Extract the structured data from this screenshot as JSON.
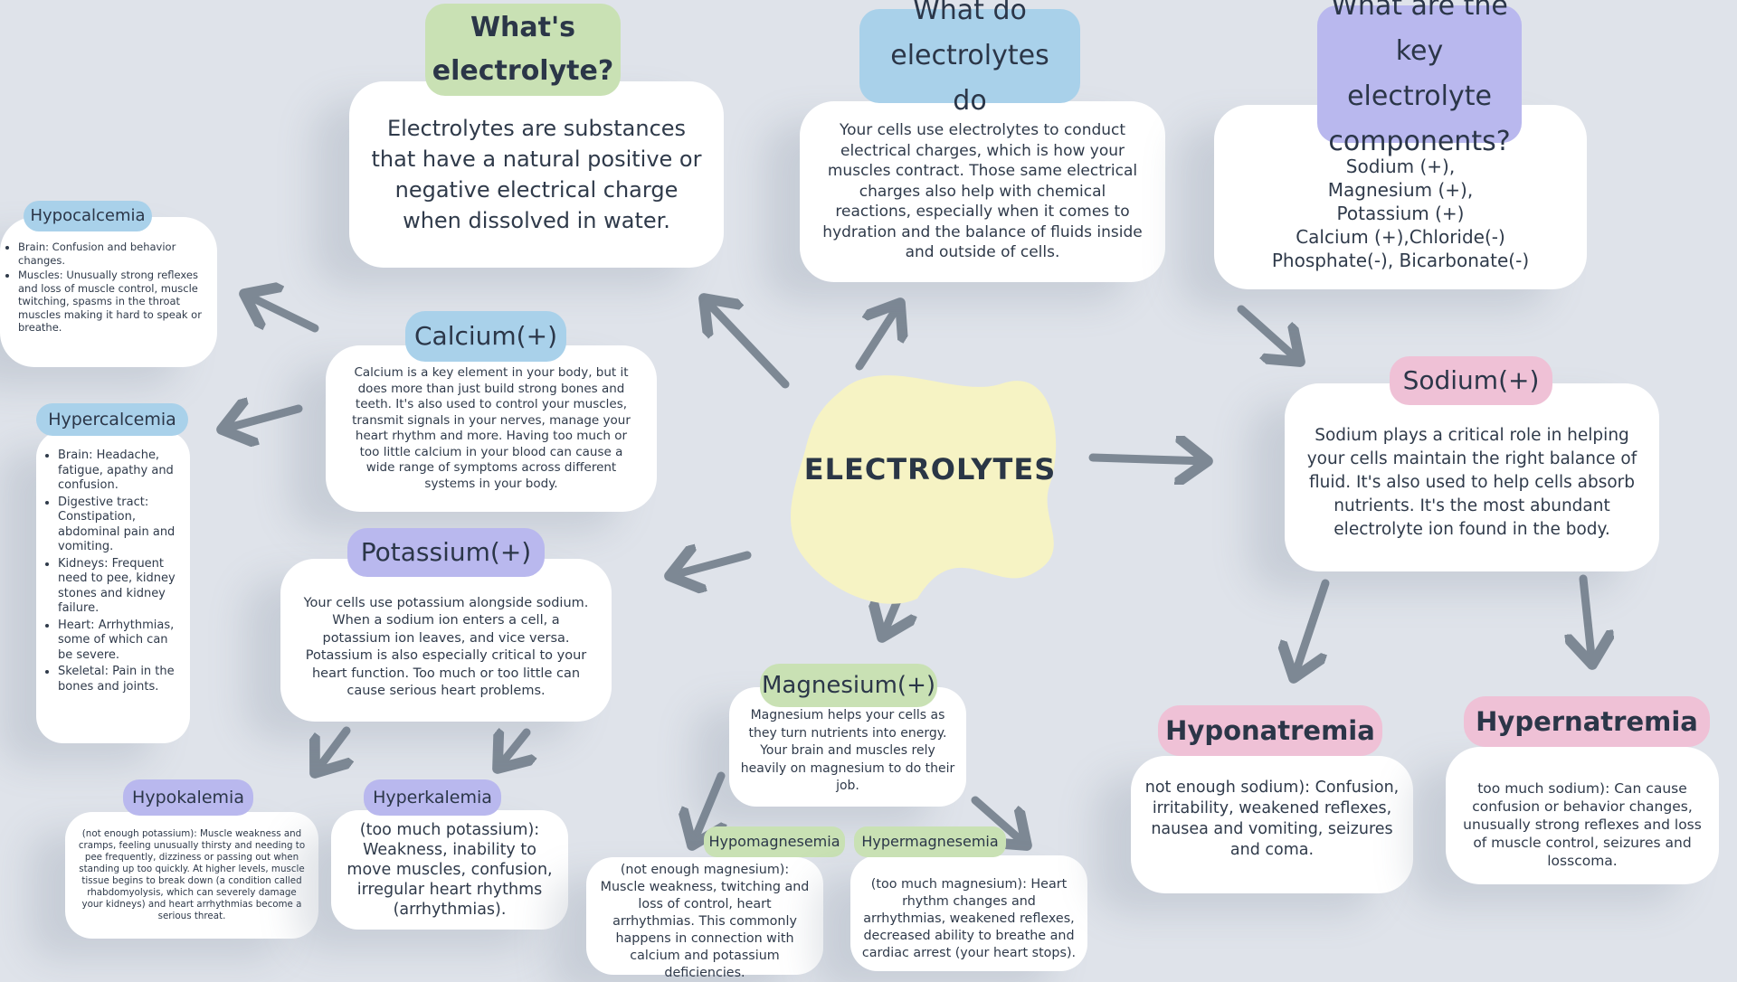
{
  "center": {
    "label": "ELECTROLYTES",
    "color": "#f6f3c4"
  },
  "whats": {
    "title": "What's electrolyte?",
    "text": "Electrolytes are substances that have a natural positive or negative electrical charge when dissolved in water."
  },
  "whatdo": {
    "title": "What do electrolytes do",
    "text": "Your cells use electrolytes to conduct electrical charges, which is how your muscles contract. Those same electrical charges also help with chemical reactions, especially when it comes to hydration and the balance of fluids inside and outside of cells."
  },
  "components": {
    "title": "What are the key electrolyte components?",
    "lines": [
      "Sodium (+),",
      "Magnesium (+),",
      "Potassium (+)",
      "Calcium (+),Chloride(-)",
      "Phosphate(-), Bicarbonate(-)"
    ]
  },
  "calcium": {
    "title": "Calcium(+)",
    "text": "Calcium is a key element in your body, but it does more than just build strong bones and teeth. It's also used to control your muscles, transmit signals in your nerves, manage your heart rhythm and more. Having too much or too little calcium in your blood can cause a wide range of symptoms across different systems in your body."
  },
  "hypocalcemia": {
    "title": "Hypocalcemia",
    "items": [
      "Brain: Confusion and behavior changes.",
      "Muscles: Unusually strong reflexes and loss of muscle control, muscle twitching, spasms in the throat muscles making it hard to speak or breathe."
    ]
  },
  "hypercalcemia": {
    "title": "Hypercalcemia",
    "items": [
      "Brain: Headache, fatigue, apathy and confusion.",
      "Digestive tract: Constipation, abdominal pain and vomiting.",
      "Kidneys: Frequent need to pee, kidney stones and kidney failure.",
      "Heart: Arrhythmias, some of which can be severe.",
      "Skeletal: Pain in the bones and joints."
    ]
  },
  "potassium": {
    "title": "Potassium(+)",
    "text": "Your cells use potassium alongside sodium. When a sodium ion enters a cell, a potassium ion leaves, and vice versa. Potassium is also especially critical to your heart function. Too much or too little can cause serious heart problems."
  },
  "hypokalemia": {
    "title": "Hypokalemia",
    "text": "(not enough potassium): Muscle weakness and cramps, feeling unusually thirsty and needing to pee frequently, dizziness or passing out when standing up too quickly. At higher levels, muscle tissue begins to break down (a condition called rhabdomyolysis, which can severely damage your kidneys) and heart arrhythmias become a serious threat."
  },
  "hyperkalemia": {
    "title": "Hyperkalemia",
    "text": "(too much potassium): Weakness, inability to move muscles, confusion, irregular heart rhythms (arrhythmias)."
  },
  "magnesium": {
    "title": "Magnesium(+)",
    "text": "Magnesium helps your cells as they turn nutrients into energy. Your brain and muscles rely heavily on magnesium to do their job."
  },
  "hypomagnesemia": {
    "title": "Hypomagnesemia",
    "text": "(not enough magnesium): Muscle weakness, twitching and loss of control, heart arrhythmias. This commonly happens in connection with calcium and potassium deficiencies."
  },
  "hypermagnesemia": {
    "title": "Hypermagnesemia",
    "text": "(too much magnesium): Heart rhythm changes and arrhythmias, weakened reflexes, decreased ability to breathe and cardiac arrest (your heart stops)."
  },
  "sodium": {
    "title": "Sodium(+)",
    "text": "Sodium plays a critical role in helping your cells maintain the right balance of fluid. It's also used to help cells absorb nutrients. It's the most abundant electrolyte ion found in the body."
  },
  "hyponatremia": {
    "title": "Hyponatremia",
    "text": "not enough sodium): Confusion, irritability, weakened reflexes, nausea and vomiting, seizures and coma."
  },
  "hypernatremia": {
    "title": "Hypernatremia",
    "text": "too much sodium): Can cause confusion or behavior changes, unusually strong reflexes and loss of muscle control, seizures and losscoma."
  },
  "colors": {
    "arrow": "#7d8894",
    "background": "#dfe3ea",
    "card": "#ffffff",
    "green": "#c9e1b4",
    "blue": "#a9d1ea",
    "purple": "#b9b8ee",
    "pink": "#efc1d6"
  }
}
